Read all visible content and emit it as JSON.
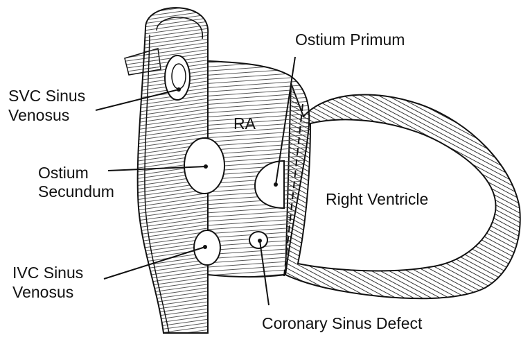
{
  "labels": {
    "ostium_primum": "Ostium Primum",
    "svc_line1": "SVC Sinus",
    "svc_line2": "Venosus",
    "ra": "RA",
    "ostium_secundum_line1": "Ostium",
    "ostium_secundum_line2": "Secundum",
    "right_ventricle": "Right Ventricle",
    "ivc_line1": "IVC Sinus",
    "ivc_line2": "Venosus",
    "coronary_sinus_defect": "Coronary Sinus Defect"
  }
}
